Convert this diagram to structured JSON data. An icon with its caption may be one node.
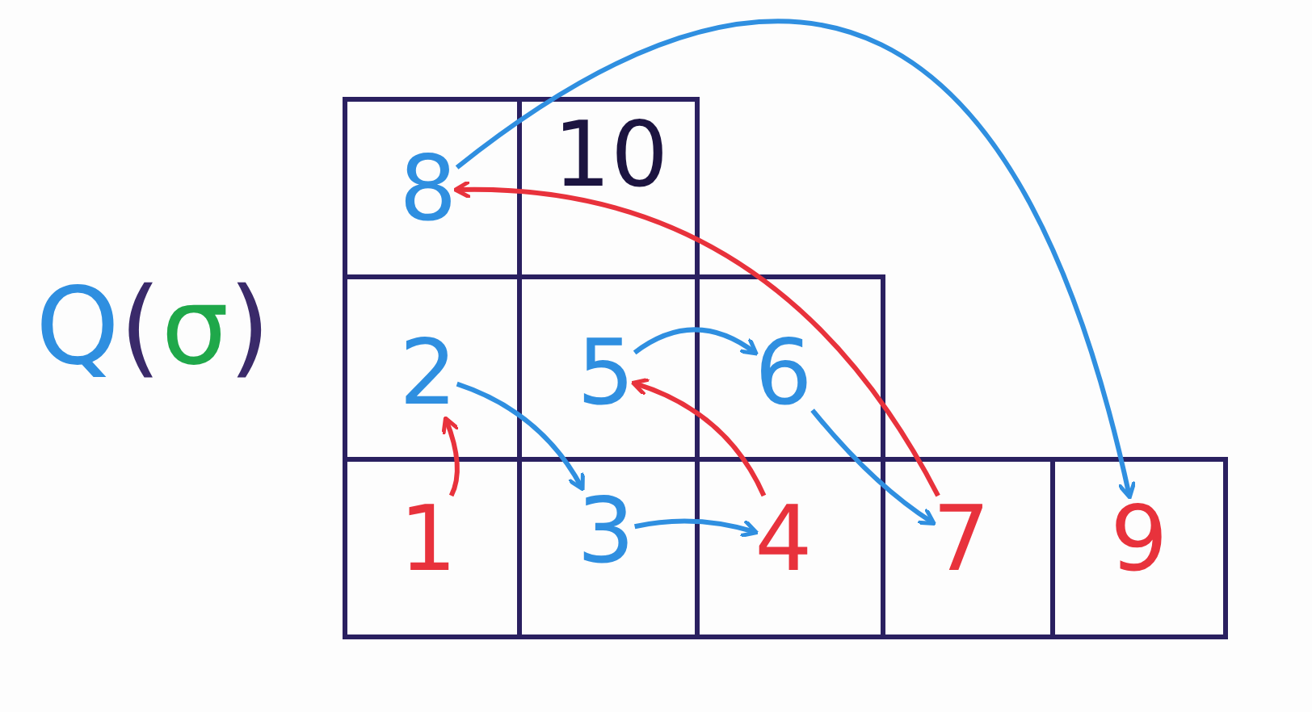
{
  "diagram": {
    "nodes": [
      {
        "text": [
          "8"
        ]
      },
      {
        "text": [
          "10"
        ]
      },
      {
        "text": [
          "2"
        ]
      },
      {
        "text": [
          "5"
        ]
      },
      {
        "text": [
          "6"
        ]
      },
      {
        "text": [
          "1"
        ]
      },
      {
        "text": [
          "3"
        ]
      },
      {
        "text": [
          "4"
        ]
      },
      {
        "text": [
          "7"
        ]
      },
      {
        "text": [
          "9"
        ]
      }
    ],
    "edges": [
      {
        "from": 5,
        "to": 2,
        "arrow": "to",
        "color": "#e8323c"
      },
      {
        "from": 2,
        "to": 6,
        "arrow": "to"
      },
      {
        "from": 6,
        "to": 7,
        "arrow": "to"
      },
      {
        "from": 7,
        "to": 3,
        "arrow": "to",
        "color": "#e8323c"
      },
      {
        "from": 3,
        "to": 4,
        "arrow": "to"
      },
      {
        "from": 4,
        "to": 8,
        "arrow": "to"
      },
      {
        "from": 8,
        "to": 0,
        "arrow": "to",
        "color": "#e8323c"
      },
      {
        "from": 0,
        "to": 9,
        "arrow": "to"
      }
    ],
    "labels": [
      "Q(σ)"
    ]
  }
}
